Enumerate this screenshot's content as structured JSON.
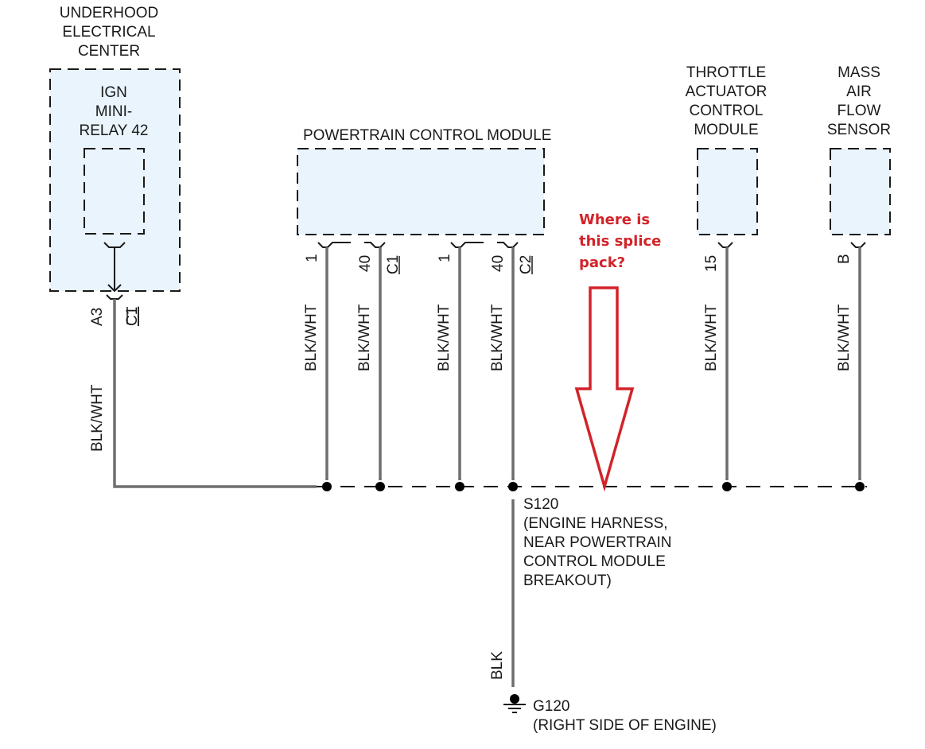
{
  "diagram": {
    "components": {
      "uec": {
        "title_lines": [
          "UNDERHOOD",
          "ELECTRICAL",
          "CENTER"
        ],
        "relay_lines": [
          "IGN",
          "MINI-",
          "RELAY 42"
        ],
        "pin": "A3",
        "connector": "C1",
        "wire_color": "BLK/WHT"
      },
      "pcm": {
        "title": "POWERTRAIN CONTROL MODULE",
        "pins": [
          {
            "pin": "1",
            "wire_color": "BLK/WHT"
          },
          {
            "pin": "40",
            "connector": "C1",
            "wire_color": "BLK/WHT"
          },
          {
            "pin": "1",
            "wire_color": "BLK/WHT"
          },
          {
            "pin": "40",
            "connector": "C2",
            "wire_color": "BLK/WHT"
          }
        ]
      },
      "tac": {
        "title_lines": [
          "THROTTLE",
          "ACTUATOR",
          "CONTROL",
          "MODULE"
        ],
        "pin": "15",
        "wire_color": "BLK/WHT"
      },
      "maf": {
        "title_lines": [
          "MASS",
          "AIR",
          "FLOW",
          "SENSOR"
        ],
        "pin": "B",
        "wire_color": "BLK/WHT"
      }
    },
    "splice": {
      "id": "S120",
      "location_lines": [
        "(ENGINE HARNESS,",
        "NEAR POWERTRAIN",
        "CONTROL MODULE",
        "BREAKOUT)"
      ]
    },
    "ground": {
      "wire_color": "BLK",
      "id": "G120",
      "location": "(RIGHT SIDE OF ENGINE)"
    },
    "annotation": {
      "lines": [
        "Where is",
        "this splice",
        "pack?"
      ],
      "color": "#d2232a"
    }
  }
}
